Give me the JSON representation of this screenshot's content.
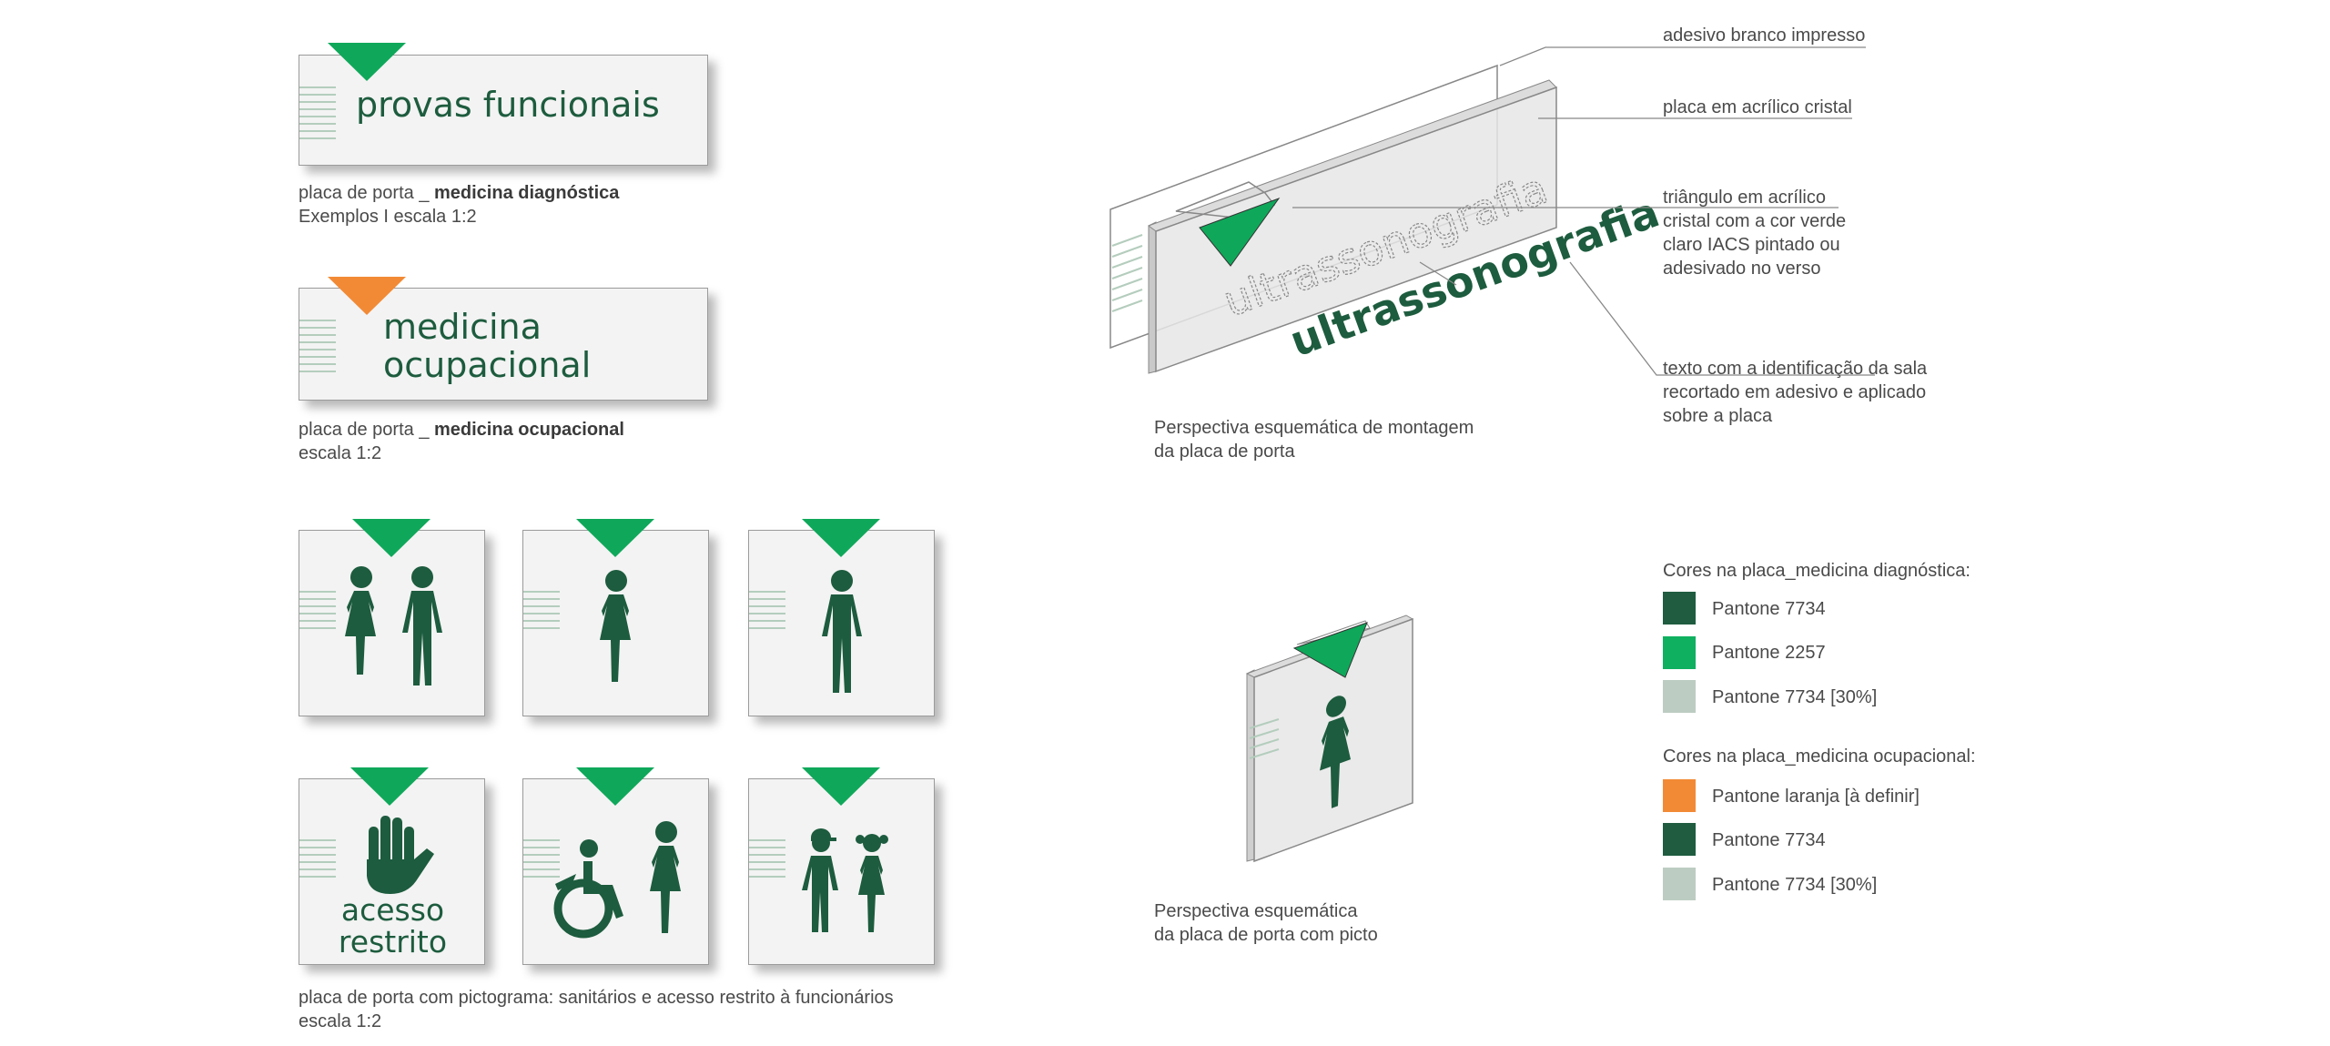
{
  "plates": {
    "diagnostica_text": "provas funcionais",
    "ocupacional_line1": "medicina",
    "ocupacional_line2": "ocupacional",
    "restrito_line1": "acesso",
    "restrito_line2": "restrito"
  },
  "captions": {
    "c1_prefix": "placa de porta _ ",
    "c1_bold": "medicina diagnóstica",
    "c1_line2": "Exemplos  I  escala 1:2",
    "c2_prefix": "placa de porta _ ",
    "c2_bold": "medicina ocupacional",
    "c2_line2": "escala 1:2",
    "c3_line1": "placa de porta com pictograma: sanitários e acesso restrito à funcionários",
    "c3_line2": "escala 1:2",
    "persp1_line1": "Perspectiva esquemática de montagem",
    "persp1_line2": "da placa de porta",
    "persp2_line1": "Perspectiva esquemática",
    "persp2_line2": "da placa de porta com picto"
  },
  "perspective": {
    "ghost_text": "ultrassonografia",
    "front_text": "ultrassonografia"
  },
  "annotations": {
    "a1": "adesivo branco impresso",
    "a2": "placa em acrílico cristal",
    "a3_l1": "triângulo em acrílico",
    "a3_l2": "cristal com a cor verde",
    "a3_l3": "claro IACS pintado ou",
    "a3_l4": "adesivado no verso",
    "a4_l1": "texto com a identificação da sala",
    "a4_l2": "recortado em adesivo e aplicado",
    "a4_l3": "sobre a placa"
  },
  "legend": {
    "diag_title": "Cores na placa_medicina diagnóstica:",
    "diag": [
      {
        "label": "Pantone 7734",
        "color": "#1f5c40"
      },
      {
        "label": "Pantone 2257",
        "color": "#0fb060"
      },
      {
        "label": "Pantone 7734 [30%]",
        "color": "#bcccc2"
      }
    ],
    "ocup_title": "Cores na placa_medicina ocupacional:",
    "ocup": [
      {
        "label": "Pantone laranja [à definir]",
        "color": "#f28a35"
      },
      {
        "label": "Pantone 7734",
        "color": "#1f5c40"
      },
      {
        "label": "Pantone 7734 [30%]",
        "color": "#bcccc2"
      }
    ]
  },
  "colors": {
    "dark_green": "#1d5c3e",
    "accent_green": "#0fa85a",
    "orange": "#f28a35",
    "tick_green": "#b4cdbd"
  }
}
